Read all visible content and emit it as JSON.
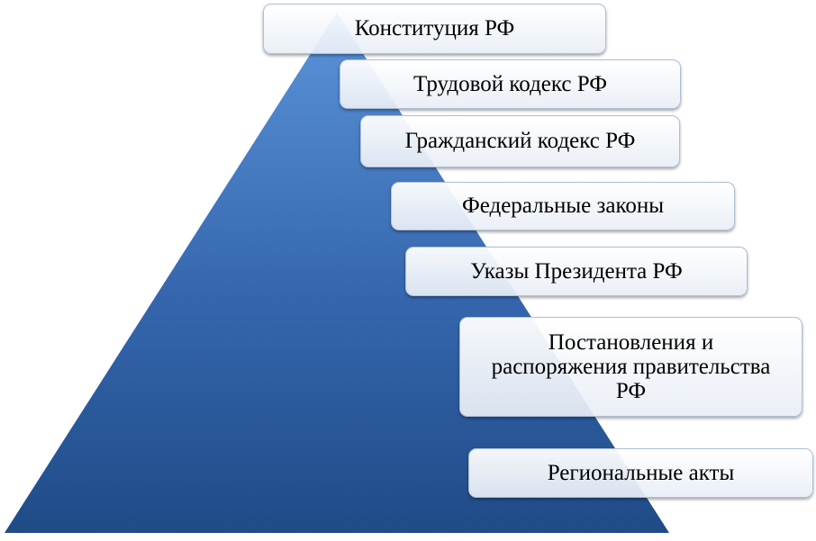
{
  "diagram": {
    "type": "pyramid",
    "colors": {
      "pyramid_top": "#5b93d9",
      "pyramid_bottom": "#1f4b87",
      "box_fill": "#ffffff",
      "box_border": "#aebfd6",
      "text": "#000000"
    },
    "levels": [
      {
        "label": "Конституция РФ"
      },
      {
        "label": "Трудовой кодекс РФ"
      },
      {
        "label": "Гражданский кодекс РФ"
      },
      {
        "label": "Федеральные законы"
      },
      {
        "label": "Указы Президента РФ"
      },
      {
        "label": "Постановления и распоряжения правительства РФ"
      },
      {
        "label": "Региональные акты"
      }
    ]
  }
}
